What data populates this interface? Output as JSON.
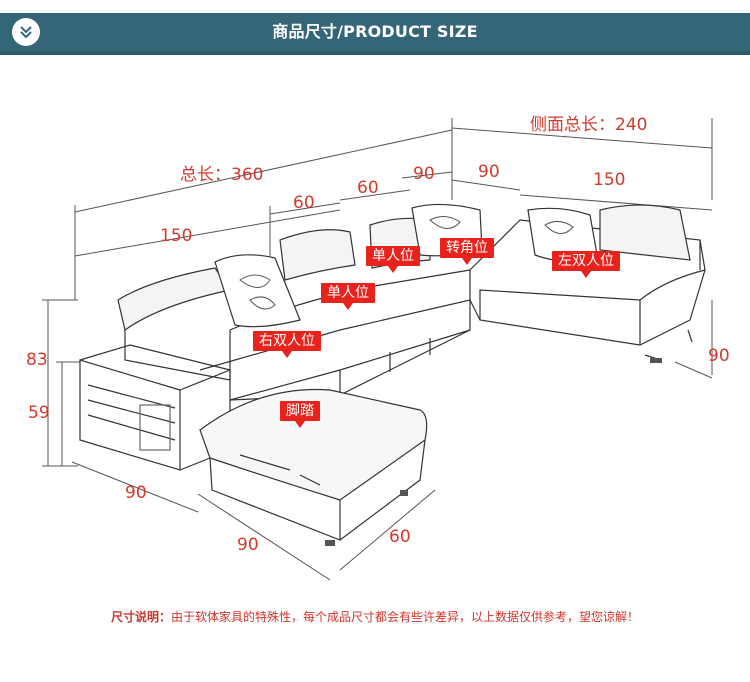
{
  "header": {
    "title": "商品尺寸/PRODUCT SIZE",
    "badge_icon": "double-chevron-down-icon"
  },
  "dimensions": {
    "side_total": "侧面总长：240",
    "total_length": "总长：360",
    "left_150": "150",
    "left_60": "60",
    "mid_60": "60",
    "mid_90": "90",
    "right_90": "90",
    "right_150": "150",
    "right_depth_90": "90",
    "height_83": "83",
    "seat_59": "59",
    "bottom_left_90": "90",
    "bottom_90": "90",
    "ottoman_60": "60"
  },
  "labels": {
    "single_seat_top": "单人位",
    "corner": "转角位",
    "left_double": "左双人位",
    "single_seat_mid": "单人位",
    "right_double": "右双人位",
    "footrest": "脚踏"
  },
  "footnote": {
    "label": "尺寸说明：",
    "text": "由于软体家具的特殊性，每个成品尺寸都会有些许差异，以上数据仅供参考，望您谅解！"
  },
  "colors": {
    "header_bg": "#356678",
    "dimension_text": "#d33a2c",
    "tag_bg": "#e8231d"
  }
}
